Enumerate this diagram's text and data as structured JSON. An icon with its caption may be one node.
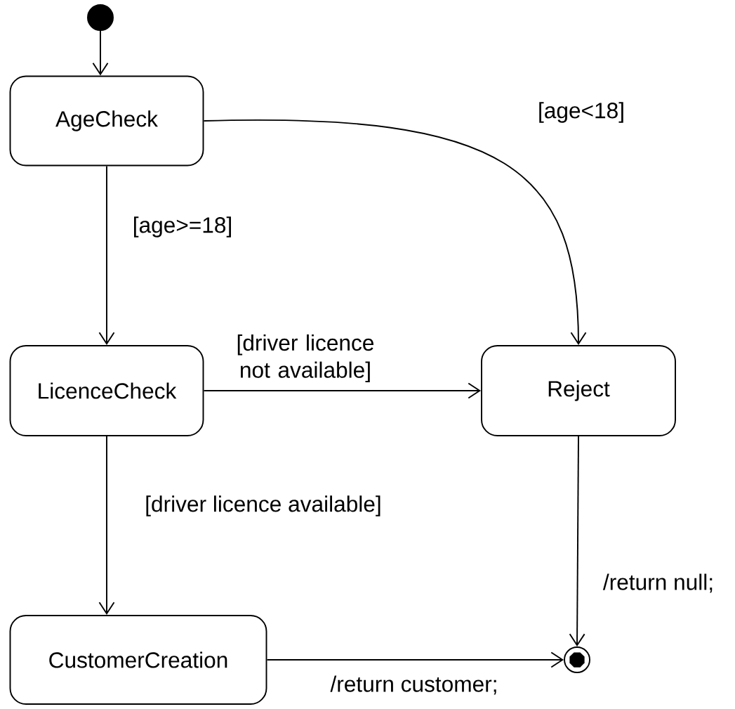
{
  "diagram": {
    "nodes": [
      {
        "text": [],
        "shape": "circle"
      },
      {
        "text": [
          "AgeCheck"
        ]
      },
      {
        "text": [
          "LicenceCheck"
        ]
      },
      {
        "text": [
          "Reject"
        ]
      },
      {
        "text": [
          "CustomerCreation"
        ]
      },
      {
        "text": [],
        "shape": "circle"
      }
    ],
    "edges": [
      {
        "from": 0,
        "to": 1,
        "arrow": "to"
      },
      {
        "from": 1,
        "to": 3,
        "arrow": "to",
        "label": "[age<18]"
      },
      {
        "from": 1,
        "to": 2,
        "arrow": "to",
        "label": "[age>=18]"
      },
      {
        "from": 2,
        "to": 3,
        "arrow": "to",
        "label": "[driver licence not available]"
      },
      {
        "from": 2,
        "to": 4,
        "arrow": "to",
        "label": "[driver licence available]"
      },
      {
        "from": 3,
        "to": 5,
        "arrow": "to",
        "label": "/return null;"
      },
      {
        "from": 4,
        "to": 5,
        "arrow": "to",
        "label": "/return customer;"
      }
    ]
  }
}
